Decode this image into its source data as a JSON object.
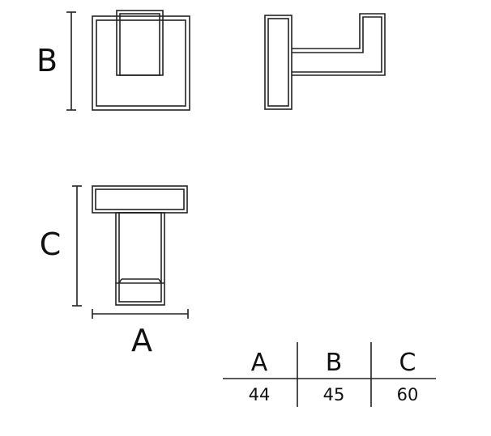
{
  "labels": {
    "b": "B",
    "c": "C",
    "a": "A"
  },
  "table": {
    "headers": [
      "A",
      "B",
      "C"
    ],
    "values": [
      "44",
      "45",
      "60"
    ]
  },
  "colors": {
    "line": "#222222"
  }
}
